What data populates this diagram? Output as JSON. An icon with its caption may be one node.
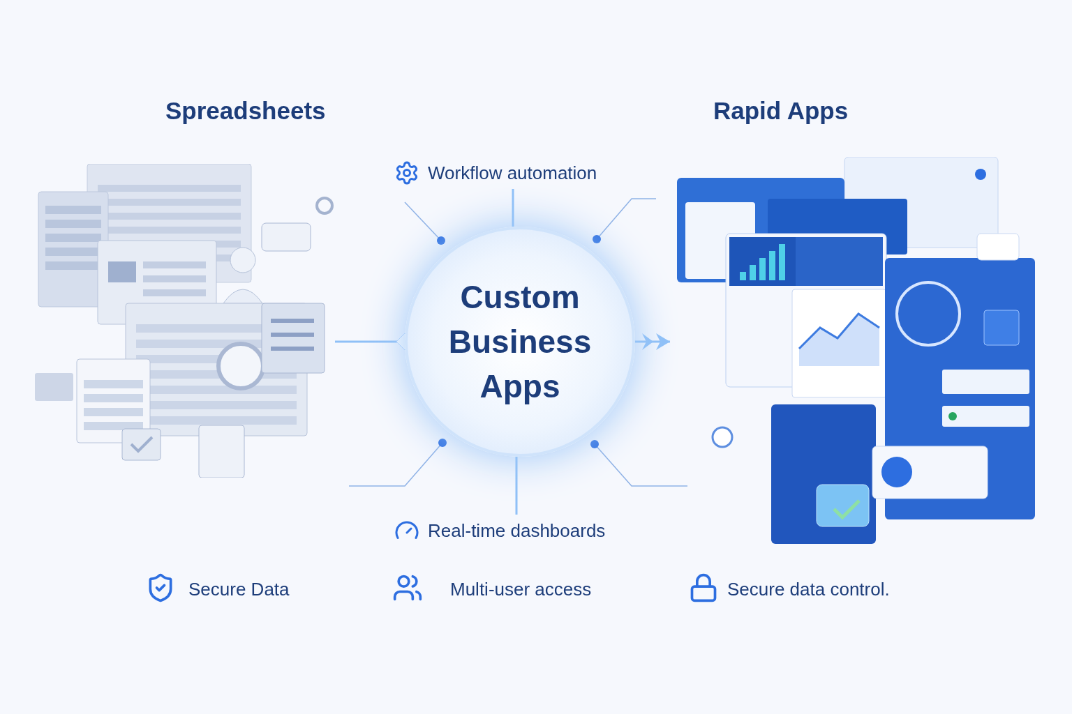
{
  "diagram": {
    "nodes": [
      {
        "text": [
          "Spreadsheets"
        ]
      },
      {
        "text": [
          "Custom Business Apps"
        ]
      },
      {
        "text": [
          "Rapid Apps"
        ]
      },
      {
        "text": [
          "Workflow automation"
        ]
      },
      {
        "text": [
          "Real-time dashboards"
        ]
      }
    ],
    "edges": [
      {
        "from": 0,
        "to": 1,
        "arrow": "other"
      },
      {
        "from": 1,
        "to": 2,
        "arrow": "to"
      },
      {
        "from": 1,
        "to": 3,
        "arrow": "none"
      },
      {
        "from": 1,
        "to": 4,
        "arrow": "none"
      }
    ],
    "labels": [
      "Secure Data",
      "Multi-user access",
      "Secure data control."
    ]
  }
}
